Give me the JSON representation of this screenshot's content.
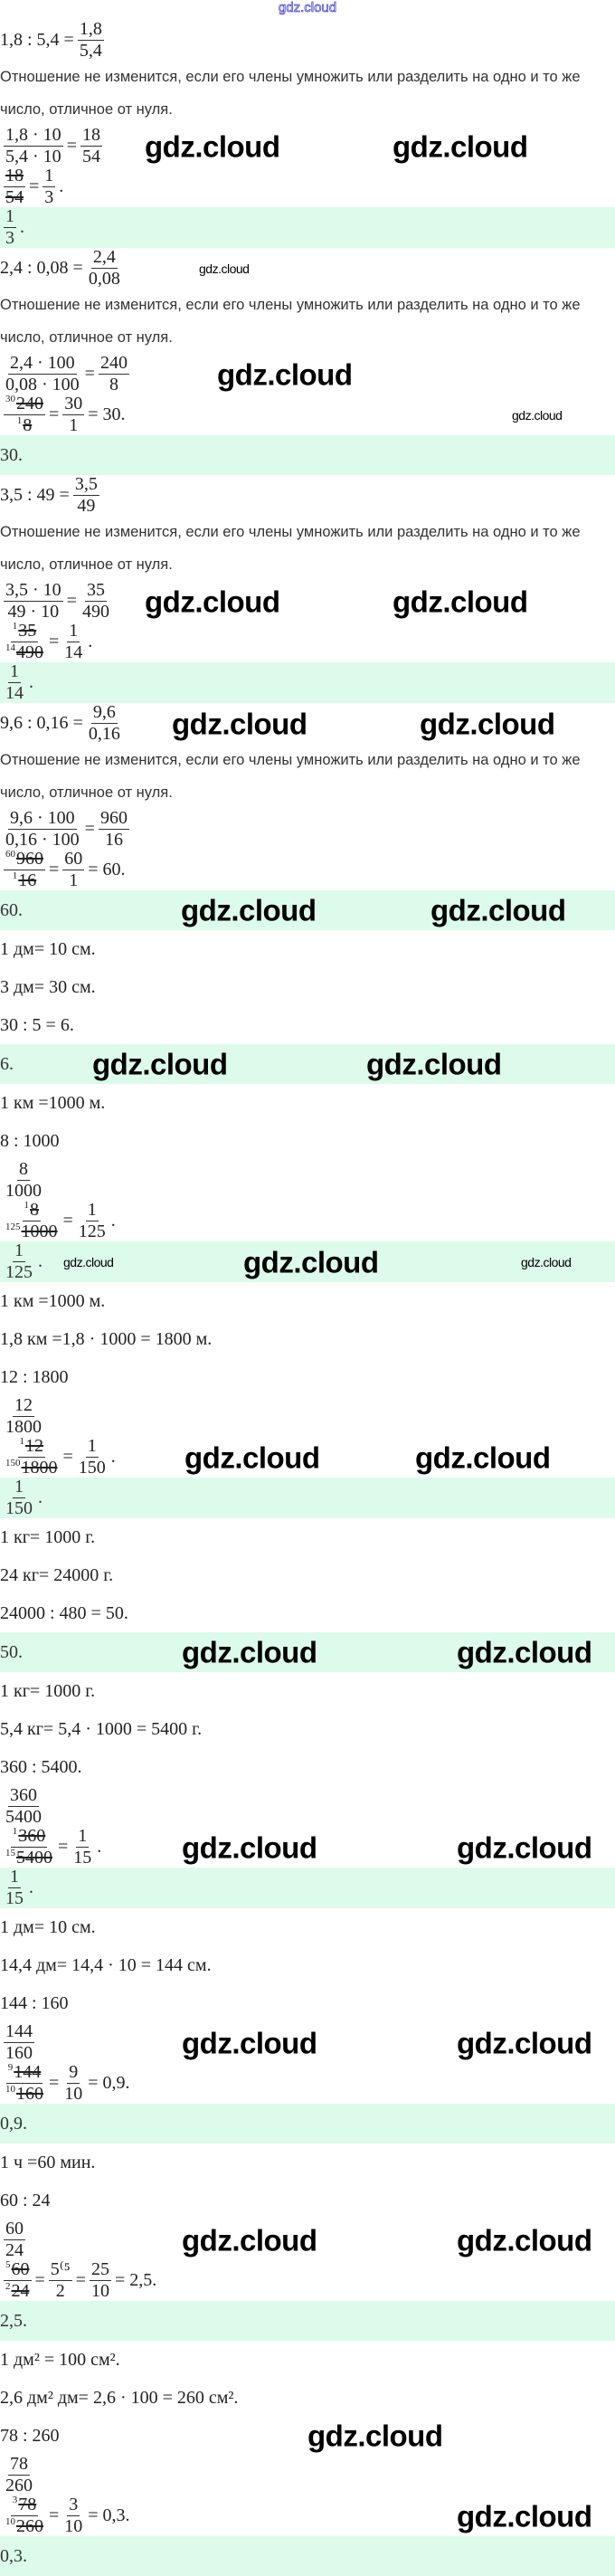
{
  "logo": "gdz.cloud",
  "watermark": "gdz.cloud",
  "lines": [
    {
      "t": "eq",
      "p": [
        "1,8 : 5,4 = ",
        {
          "n": "1,8",
          "d": "5,4"
        }
      ]
    },
    {
      "t": "text",
      "v": "Отношение не изменится, если его члены умножить или разделить на одно и то же число, отличное от нуля."
    },
    {
      "t": "eq",
      "p": [
        {
          "n": "1,8 · 10",
          "d": "5,4 · 10"
        },
        " = ",
        {
          "n": "18",
          "d": "54"
        }
      ]
    },
    {
      "t": "eq",
      "p": [
        {
          "n": "18",
          "d": "54",
          "x": true
        },
        " = ",
        {
          "n": "1",
          "d": "3"
        },
        "."
      ]
    },
    {
      "t": "ans",
      "p": [
        {
          "n": "1",
          "d": "3"
        },
        "."
      ]
    },
    {
      "t": "eq",
      "p": [
        "2,4 : 0,08 = ",
        {
          "n": "2,4",
          "d": "0,08"
        }
      ]
    },
    {
      "t": "text",
      "v": "Отношение не изменится, если его члены умножить или разделить на одно и то же число, отличное от нуля."
    },
    {
      "t": "eq",
      "p": [
        {
          "n": "2,4 · 100",
          "d": "0,08 · 100"
        },
        " = ",
        {
          "n": "240",
          "d": "8"
        }
      ]
    },
    {
      "t": "eq",
      "p": [
        {
          "ns": "30",
          "n": "240",
          "ds": "1",
          "d": "8",
          "x": true
        },
        " = ",
        {
          "n": "30",
          "d": "1"
        },
        " = 30."
      ]
    },
    {
      "t": "ans",
      "p": [
        "30."
      ]
    },
    {
      "t": "eq",
      "p": [
        "3,5 : 49 = ",
        {
          "n": "3,5",
          "d": "49"
        }
      ]
    },
    {
      "t": "text",
      "v": "Отношение не изменится, если его члены умножить или разделить на одно и то же число, отличное от нуля."
    },
    {
      "t": "eq",
      "p": [
        {
          "n": "3,5 · 10",
          "d": "49 · 10"
        },
        " = ",
        {
          "n": "35",
          "d": "490"
        }
      ]
    },
    {
      "t": "eq",
      "p": [
        {
          "ns": "1",
          "n": "35",
          "ds": "14",
          "d": "490",
          "x": true
        },
        " = ",
        {
          "n": "1",
          "d": "14"
        },
        "."
      ]
    },
    {
      "t": "ans",
      "p": [
        {
          "n": "1",
          "d": "14"
        },
        "."
      ]
    },
    {
      "t": "eq",
      "p": [
        "9,6 : 0,16 = ",
        {
          "n": "9,6",
          "d": "0,16"
        }
      ]
    },
    {
      "t": "text",
      "v": "Отношение не изменится, если его члены умножить или разделить на одно и то же число, отличное от нуля."
    },
    {
      "t": "eq",
      "p": [
        {
          "n": "9,6 · 100",
          "d": "0,16 · 100"
        },
        " = ",
        {
          "n": "960",
          "d": "16"
        }
      ]
    },
    {
      "t": "eq",
      "p": [
        {
          "ns": "60",
          "n": "960",
          "ds": "1",
          "d": "16",
          "x": true
        },
        " = ",
        {
          "n": "60",
          "d": "1"
        },
        " = 60."
      ]
    },
    {
      "t": "ans",
      "p": [
        "60."
      ]
    },
    {
      "t": "simple",
      "p": [
        "1 дм= 10 см."
      ]
    },
    {
      "t": "simple",
      "p": [
        "3 дм= 30 см."
      ]
    },
    {
      "t": "simple",
      "p": [
        "30 : 5 = 6."
      ]
    },
    {
      "t": "ans",
      "p": [
        "6."
      ]
    },
    {
      "t": "simple",
      "p": [
        "1 км =1000 м."
      ]
    },
    {
      "t": "simple",
      "p": [
        "8 : 1000"
      ]
    },
    {
      "t": "eq",
      "p": [
        {
          "n": "8",
          "d": "1000"
        }
      ]
    },
    {
      "t": "eq",
      "p": [
        {
          "ns": "1",
          "n": "8",
          "ds": "125",
          "d": "1000",
          "x": true
        },
        " = ",
        {
          "n": "1",
          "d": "125"
        },
        "."
      ]
    },
    {
      "t": "ans",
      "p": [
        {
          "n": "1",
          "d": "125"
        },
        "."
      ]
    },
    {
      "t": "simple",
      "p": [
        "1 км =1000 м."
      ]
    },
    {
      "t": "simple",
      "p": [
        "1,8 км =1,8 · 1000 = 1800 м."
      ]
    },
    {
      "t": "simple",
      "p": [
        "12 : 1800"
      ]
    },
    {
      "t": "eq",
      "p": [
        {
          "n": "12",
          "d": "1800"
        }
      ]
    },
    {
      "t": "eq",
      "p": [
        {
          "ns": "1",
          "n": "12",
          "ds": "150",
          "d": "1800",
          "x": true
        },
        " = ",
        {
          "n": "1",
          "d": "150"
        },
        "."
      ]
    },
    {
      "t": "ans",
      "p": [
        {
          "n": "1",
          "d": "150"
        },
        "."
      ]
    },
    {
      "t": "simple",
      "p": [
        "1 кг= 1000 г."
      ]
    },
    {
      "t": "simple",
      "p": [
        "24 кг= 24000 г."
      ]
    },
    {
      "t": "simple",
      "p": [
        "24000 : 480 = 50."
      ]
    },
    {
      "t": "ans",
      "p": [
        "50."
      ]
    },
    {
      "t": "simple",
      "p": [
        "1 кг= 1000 г."
      ]
    },
    {
      "t": "simple",
      "p": [
        "5,4 кг= 5,4 · 1000 = 5400 г."
      ]
    },
    {
      "t": "simple",
      "p": [
        "360 : 5400."
      ]
    },
    {
      "t": "eq",
      "p": [
        {
          "n": "360",
          "d": "5400"
        }
      ]
    },
    {
      "t": "eq",
      "p": [
        {
          "ns": "1",
          "n": "360",
          "ds": "15",
          "d": "5400",
          "x": true
        },
        " = ",
        {
          "n": "1",
          "d": "15"
        },
        "."
      ]
    },
    {
      "t": "ans",
      "p": [
        {
          "n": "1",
          "d": "15"
        },
        "."
      ]
    },
    {
      "t": "simple",
      "p": [
        "1 дм= 10 см."
      ]
    },
    {
      "t": "simple",
      "p": [
        "14,4 дм= 14,4 · 10 = 144 см."
      ]
    },
    {
      "t": "simple",
      "p": [
        "144 : 160"
      ]
    },
    {
      "t": "eq",
      "p": [
        {
          "n": "144",
          "d": "160"
        }
      ]
    },
    {
      "t": "eq",
      "p": [
        {
          "ns": "9",
          "n": "144",
          "ds": "10",
          "d": "160",
          "x": true
        },
        " = ",
        {
          "n": "9",
          "d": "10"
        },
        " = 0,9."
      ]
    },
    {
      "t": "ans",
      "p": [
        "0,9."
      ]
    },
    {
      "t": "simple",
      "p": [
        "1 ч =60 мин."
      ]
    },
    {
      "t": "simple",
      "p": [
        "60 : 24"
      ]
    },
    {
      "t": "eq",
      "p": [
        {
          "n": "60",
          "d": "24"
        }
      ]
    },
    {
      "t": "eq",
      "p": [
        {
          "ns": "5",
          "n": "60",
          "ds": "2",
          "d": "24",
          "x": true
        },
        " = ",
        {
          "n": "5⁽⁵",
          "d": "2"
        },
        " = ",
        {
          "n": "25",
          "d": "10"
        },
        " = 2,5."
      ]
    },
    {
      "t": "ans",
      "p": [
        "2,5."
      ]
    },
    {
      "t": "simple",
      "p": [
        "1 дм² = 100 см²."
      ]
    },
    {
      "t": "simple",
      "p": [
        "2,6 дм² дм= 2,6 · 100 = 260 см²."
      ]
    },
    {
      "t": "simple",
      "p": [
        "78 : 260"
      ]
    },
    {
      "t": "eq",
      "p": [
        {
          "n": "78",
          "d": "260"
        }
      ]
    },
    {
      "t": "eq",
      "p": [
        {
          "ns": "3",
          "n": "78",
          "ds": "10",
          "d": "260",
          "x": true
        },
        " = ",
        {
          "n": "3",
          "d": "10"
        },
        " = 0,3."
      ]
    },
    {
      "t": "ans",
      "p": [
        "0,3."
      ]
    }
  ]
}
